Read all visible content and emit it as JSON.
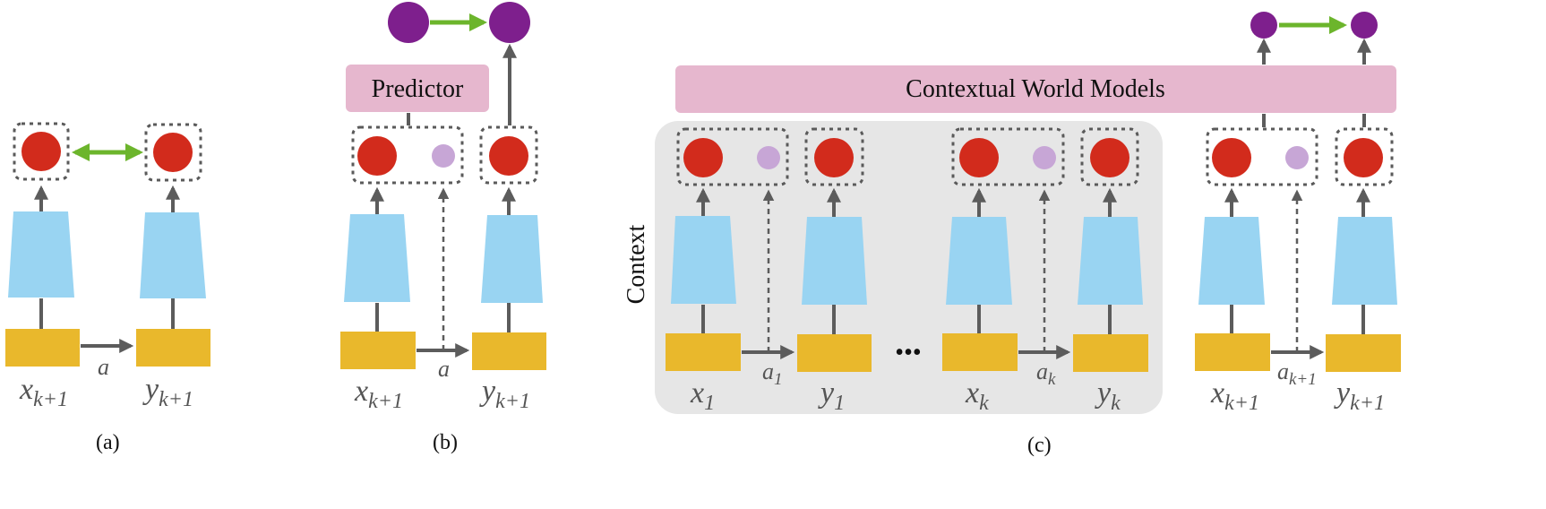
{
  "colors": {
    "encoder": "#99d4f2",
    "observation": "#e9b82c",
    "latent": "#d22b1c",
    "action_latent": "#c7a6d6",
    "prediction": "#7e1f8d",
    "predictor_box": "#e6b7ce",
    "context_bg": "#e6e6e6",
    "green_arrow": "#6cb52c",
    "gray_arrow": "#5c5c5c"
  },
  "panel_a": {
    "caption": "(a)",
    "x_main": "x",
    "x_sub": "k+1",
    "y_main": "y",
    "y_sub": "k+1",
    "action": "a"
  },
  "panel_b": {
    "caption": "(b)",
    "predictor_label": "Predictor",
    "x_main": "x",
    "x_sub": "k+1",
    "y_main": "y",
    "y_sub": "k+1",
    "action": "a"
  },
  "panel_c": {
    "caption": "(c)",
    "title": "Contextual World Models",
    "context_label": "Context",
    "ellipsis": "•••",
    "pair1": {
      "x_main": "x",
      "x_sub": "1",
      "a_main": "a",
      "a_sub": "1",
      "y_main": "y",
      "y_sub": "1"
    },
    "pairk": {
      "x_main": "x",
      "x_sub": "k",
      "a_main": "a",
      "a_sub": "k",
      "y_main": "y",
      "y_sub": "k"
    },
    "query": {
      "x_main": "x",
      "x_sub": "k+1",
      "a_main": "a",
      "a_sub": "k+1",
      "y_main": "y",
      "y_sub": "k+1"
    }
  }
}
